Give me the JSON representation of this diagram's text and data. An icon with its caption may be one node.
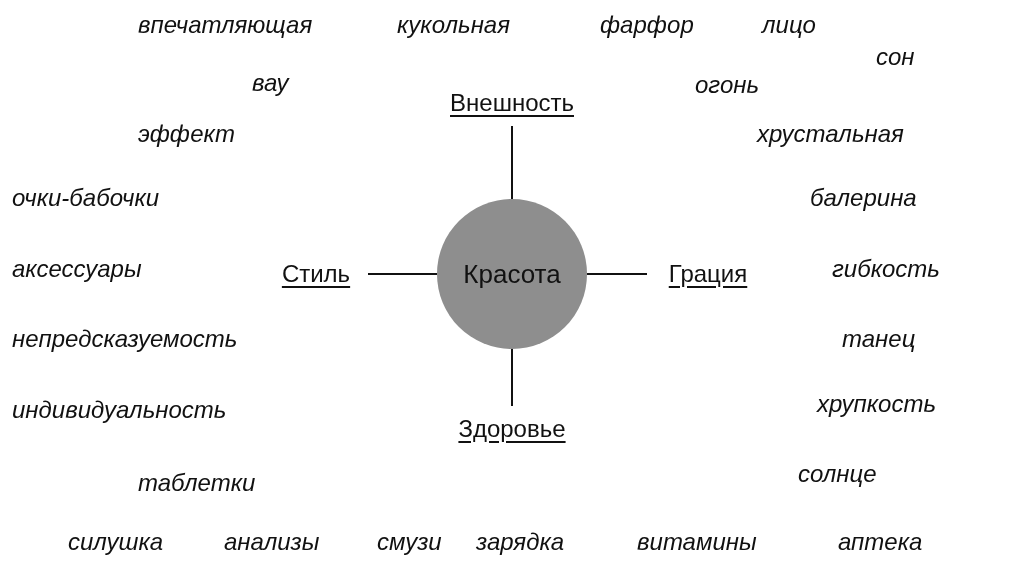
{
  "diagram": {
    "nodes": [
      {
        "text": [
          "Красота"
        ]
      },
      {
        "text": [
          "Внешность"
        ]
      },
      {
        "text": [
          "Грация"
        ]
      },
      {
        "text": [
          "Здоровье"
        ]
      },
      {
        "text": [
          "Стиль"
        ]
      }
    ],
    "edges": [
      {
        "from": 0,
        "to": 1,
        "arrow": "none"
      },
      {
        "from": 0,
        "to": 2,
        "arrow": "none"
      },
      {
        "from": 0,
        "to": 3,
        "arrow": "none"
      },
      {
        "from": 0,
        "to": 4,
        "arrow": "none"
      }
    ],
    "labels": [
      "впечатляющая",
      "кукольная",
      "фарфор",
      "лицо",
      "сон",
      "вау",
      "огонь",
      "эффект",
      "хрустальная",
      "очки-бабочки",
      "балерина",
      "аксессуары",
      "гибкость",
      "непредсказуемость",
      "танец",
      "индивидуальность",
      "хрупкость",
      "таблетки",
      "солнце",
      "силушка",
      "анализы",
      "смузи",
      "зарядка",
      "витамины",
      "аптека"
    ]
  }
}
